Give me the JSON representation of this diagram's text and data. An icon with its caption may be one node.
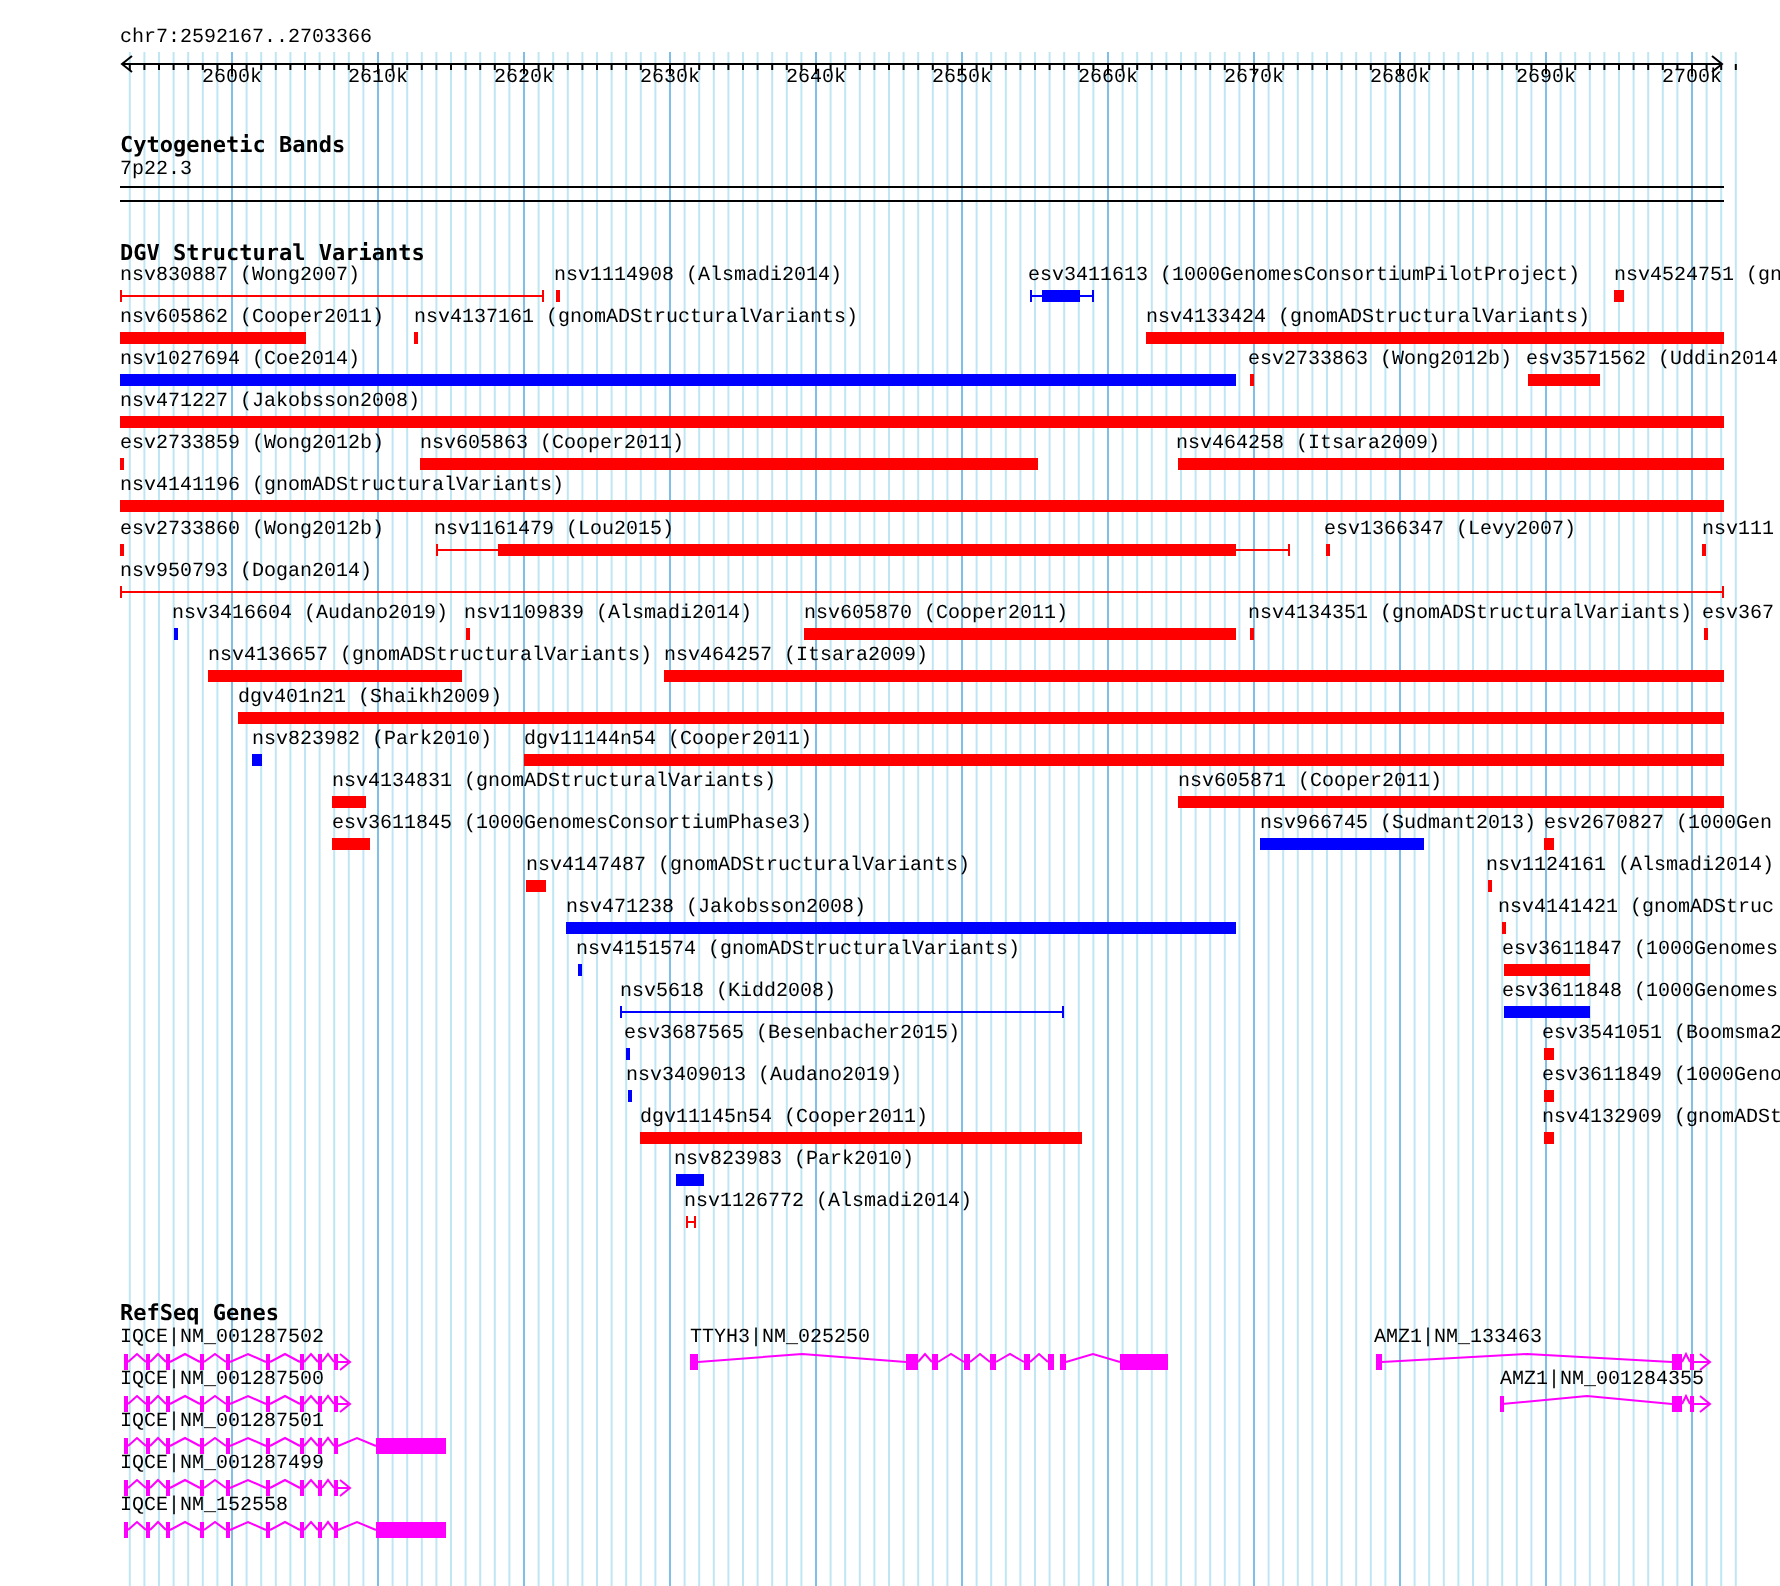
{
  "diagram": {
    "labels": [
      "chr7:2592167..2703366",
      "2600k",
      "2610k",
      "2620k",
      "2630k",
      "2640k",
      "2650k",
      "2660k",
      "2670k",
      "2680k",
      "2690k",
      "2700k",
      "Cytogenetic Bands",
      "7p22.3",
      "DGV Structural Variants",
      "nsv830887 (Wong2007)",
      "nsv1114908 (Alsmadi2014)",
      "esv3411613 (1000GenomesConsortiumPilotProject)",
      "nsv4524751 (gn",
      "nsv605862 (Cooper2011)",
      "nsv4137161 (gnomADStructuralVariants)",
      "nsv4133424 (gnomADStructuralVariants)",
      "nsv1027694 (Coe2014)",
      "esv2733863 (Wong2012b)",
      "esv3571562 (Uddin2014",
      "nsv471227 (Jakobsson2008)",
      "esv2733859 (Wong2012b)",
      "nsv605863 (Cooper2011)",
      "nsv464258 (Itsara2009)",
      "nsv4141196 (gnomADStructuralVariants)",
      "esv2733860 (Wong2012b)",
      "nsv1161479 (Lou2015)",
      "esv1366347 (Levy2007)",
      "nsv111",
      "nsv950793 (Dogan2014)",
      "nsv3416604 (Audano2019)",
      "nsv1109839 (Alsmadi2014)",
      "nsv605870 (Cooper2011)",
      "nsv4134351 (gnomADStructuralVariants)",
      "esv367",
      "nsv4136657 (gnomADStructuralVariants)",
      "nsv464257 (Itsara2009)",
      "dgv401n21 (Shaikh2009)",
      "nsv823982 (Park2010)",
      "dgv11144n54 (Cooper2011)",
      "nsv4134831 (gnomADStructuralVariants)",
      "nsv605871 (Cooper2011)",
      "esv3611845 (1000GenomesConsortiumPhase3)",
      "nsv966745 (Sudmant2013)",
      "esv2670827 (1000Gen",
      "nsv4147487 (gnomADStructuralVariants)",
      "nsv1124161 (Alsmadi2014)",
      "nsv471238 (Jakobsson2008)",
      "nsv4141421 (gnomADStruc",
      "nsv4151574 (gnomADStructuralVariants)",
      "esv3611847 (1000Genomes",
      "nsv5618 (Kidd2008)",
      "esv3611848 (1000Genomes",
      "esv3687565 (Besenbacher2015)",
      "esv3541051 (Boomsma2",
      "nsv3409013 (Audano2019)",
      "esv3611849 (1000Geno",
      "dgv11145n54 (Cooper2011)",
      "nsv4132909 (gnomADSt",
      "nsv823983 (Park2010)",
      "nsv1126772 (Alsmadi2014)",
      "RefSeq Genes",
      "IQCE|NM_001287502",
      "TTYH3|NM_025250",
      "AMZ1|NM_133463",
      "IQCE|NM_001287500",
      "AMZ1|NM_001284355",
      "IQCE|NM_001287501",
      "IQCE|NM_001287499",
      "IQCE|NM_152558"
    ]
  }
}
